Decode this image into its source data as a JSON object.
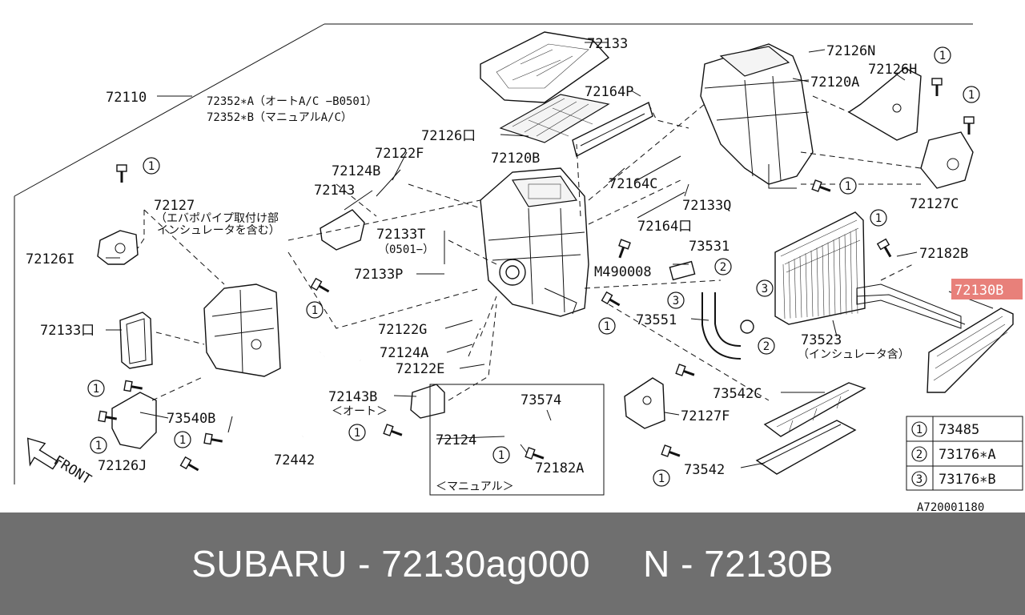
{
  "diagram": {
    "ref_code": "A720001180",
    "labels": [
      {
        "id": "72110",
        "text": "72110"
      },
      {
        "id": "72352a",
        "text": "72352∗A（オートA/C −B0501）"
      },
      {
        "id": "72352b",
        "text": "72352∗B（マニュアルA/C）"
      },
      {
        "id": "72133",
        "text": "72133"
      },
      {
        "id": "72164P",
        "text": "72164P"
      },
      {
        "id": "72126O",
        "text": "72126口"
      },
      {
        "id": "72122F",
        "text": "72122F"
      },
      {
        "id": "72120B",
        "text": "72120B"
      },
      {
        "id": "72124B",
        "text": "72124B"
      },
      {
        "id": "72143",
        "text": "72143"
      },
      {
        "id": "72127",
        "text": "72127"
      },
      {
        "id": "72127_n1",
        "text": "（エバポパイプ取付け部"
      },
      {
        "id": "72127_n2",
        "text": "インシュレータを含む）"
      },
      {
        "id": "72126I",
        "text": "72126I"
      },
      {
        "id": "72133T",
        "text": "72133T"
      },
      {
        "id": "72133T_n",
        "text": "（0501−）"
      },
      {
        "id": "72133P",
        "text": "72133P"
      },
      {
        "id": "72133O",
        "text": "72133口"
      },
      {
        "id": "72122G",
        "text": "72122G"
      },
      {
        "id": "72124A",
        "text": "72124A"
      },
      {
        "id": "72122E",
        "text": "72122E"
      },
      {
        "id": "72143B",
        "text": "72143B"
      },
      {
        "id": "72143B_n",
        "text": "＜オート＞"
      },
      {
        "id": "73540B",
        "text": "73540B"
      },
      {
        "id": "72126J",
        "text": "72126J"
      },
      {
        "id": "72442",
        "text": "72442"
      },
      {
        "id": "73574",
        "text": "73574"
      },
      {
        "id": "72124",
        "text": "72124"
      },
      {
        "id": "72182A",
        "text": "72182A"
      },
      {
        "id": "manual_n",
        "text": "＜マニュアル＞"
      },
      {
        "id": "72126N",
        "text": "72126N"
      },
      {
        "id": "72126H",
        "text": "72126H"
      },
      {
        "id": "72120A",
        "text": "72120A"
      },
      {
        "id": "72164C",
        "text": "72164C"
      },
      {
        "id": "72133Q",
        "text": "72133Q"
      },
      {
        "id": "72164O",
        "text": "72164口"
      },
      {
        "id": "73531",
        "text": "73531"
      },
      {
        "id": "M490008",
        "text": "M490008"
      },
      {
        "id": "73551",
        "text": "73551"
      },
      {
        "id": "72127C",
        "text": "72127C"
      },
      {
        "id": "72182B",
        "text": "72182B"
      },
      {
        "id": "73523",
        "text": "73523"
      },
      {
        "id": "73523_n",
        "text": "（インシュレータ含）"
      },
      {
        "id": "73542C",
        "text": "73542C"
      },
      {
        "id": "72127F",
        "text": "72127F"
      },
      {
        "id": "73542",
        "text": "73542"
      }
    ],
    "highlight_label": "72130B",
    "front_label": "FRONT",
    "markers": [
      "1",
      "2",
      "3"
    ],
    "legend": [
      {
        "mark": "1",
        "part": "73485"
      },
      {
        "mark": "2",
        "part": "73176∗A"
      },
      {
        "mark": "3",
        "part": "73176∗B"
      }
    ]
  },
  "footer": {
    "left": "SUBARU - 72130ag000",
    "right": "N - 72130B"
  },
  "colors": {
    "highlight_bg": "#e8807a",
    "footer_bg": "#6f6f6f"
  }
}
